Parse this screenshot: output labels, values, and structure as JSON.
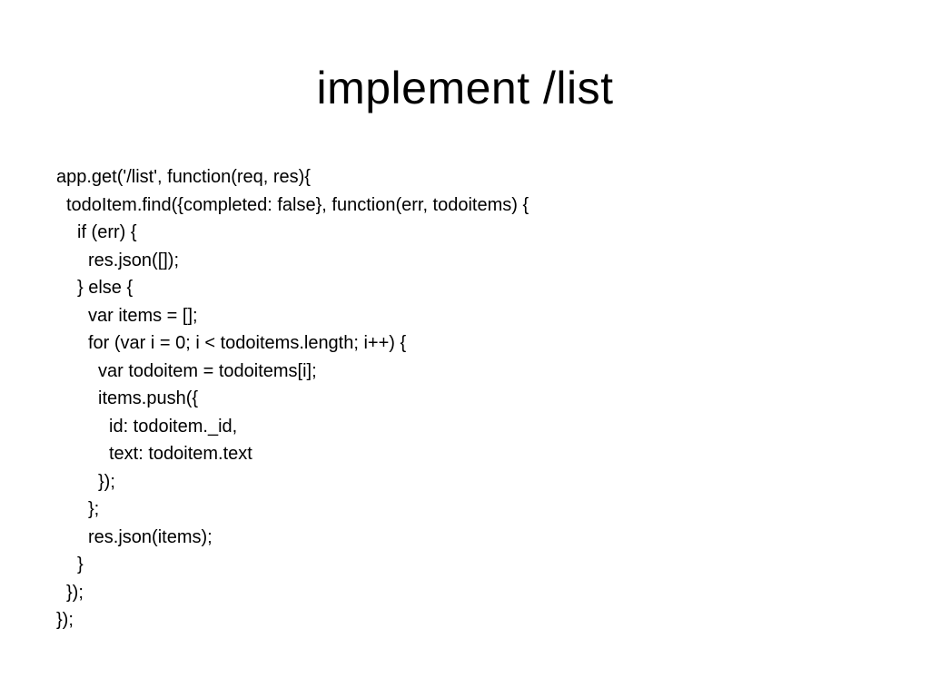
{
  "slide": {
    "title": "implement /list",
    "code_lines": [
      {
        "indent": 0,
        "text": "app.get('/list', function(req, res){"
      },
      {
        "indent": 1,
        "text": "todoItem.find({completed: false}, function(err, todoitems) {"
      },
      {
        "indent": 2,
        "text": "if (err) {"
      },
      {
        "indent": 3,
        "text": "res.json([]);"
      },
      {
        "indent": 2,
        "text": "} else {"
      },
      {
        "indent": 3,
        "text": "var items = [];"
      },
      {
        "indent": 3,
        "text": "for (var i = 0; i < todoitems.length; i++) {"
      },
      {
        "indent": 4,
        "text": "var todoitem = todoitems[i];"
      },
      {
        "indent": 4,
        "text": "items.push({"
      },
      {
        "indent": 5,
        "text": "id: todoitem._id,"
      },
      {
        "indent": 5,
        "text": "text: todoitem.text"
      },
      {
        "indent": 4,
        "text": "});"
      },
      {
        "indent": 3,
        "text": "};"
      },
      {
        "indent": 3,
        "text": "res.json(items);"
      },
      {
        "indent": 2,
        "text": "}"
      },
      {
        "indent": 1,
        "text": "});"
      },
      {
        "indent": 0,
        "text": "});"
      }
    ]
  }
}
